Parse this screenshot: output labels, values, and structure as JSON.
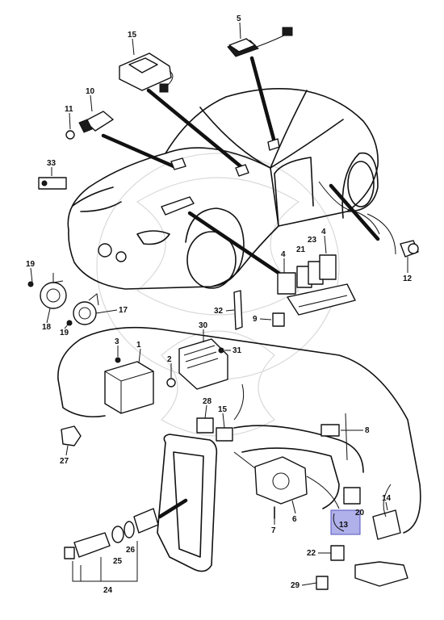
{
  "callouts": {
    "c1": "1",
    "c2": "2",
    "c3": "3",
    "c4a": "4",
    "c4b": "4",
    "c5": "5",
    "c6": "6",
    "c7": "7",
    "c8": "8",
    "c9": "9",
    "c10": "10",
    "c11": "11",
    "c12": "12",
    "c13": "13",
    "c14": "14",
    "c15a": "15",
    "c15b": "15",
    "c17": "17",
    "c19a": "19",
    "c19b": "19",
    "c20": "20",
    "c21": "21",
    "c22": "22",
    "c23": "23",
    "c24": "24",
    "c25": "25",
    "c26": "26",
    "c27": "27",
    "c28": "28",
    "c29": "29",
    "c30": "30",
    "c31": "31",
    "c32": "32",
    "c33": "33",
    "c18": "18"
  },
  "highlight": {
    "part": "13",
    "color": "#6f6fd8"
  }
}
